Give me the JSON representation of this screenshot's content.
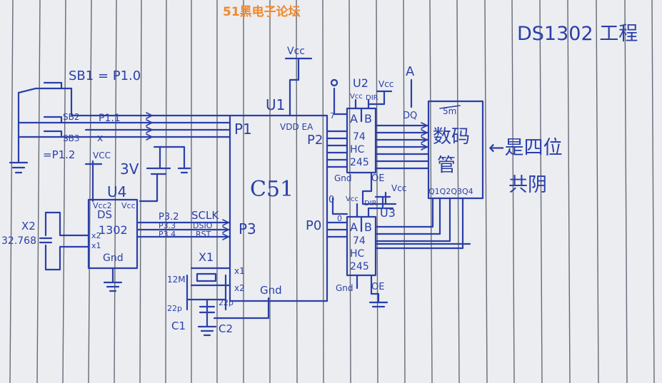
{
  "watermark": "51黑电子论坛",
  "title": "DS1302 工程",
  "notes": {
    "arrow_note": "←是四位",
    "arrow_note_2": "共阴"
  },
  "switches": {
    "sb1": "SB1 = P1.0",
    "sb2": "SB2",
    "sb3": "SB3",
    "p12": "=P1.2",
    "p11": "P1.1",
    "x_mark": "x"
  },
  "mcu": {
    "ref": "U1",
    "name": "C51",
    "vcc": "Vcc",
    "vdd_ea": "VDD EA",
    "port_p1": "P1",
    "port_p2": "P2",
    "port_p3": "P3",
    "port_p0": "P0",
    "gnd": "Gnd"
  },
  "rtc": {
    "ref": "U4",
    "chip_line1": "DS",
    "chip_line2": "1302",
    "vcc2": "Vcc2",
    "vcc": "Vcc",
    "vcc_label": "VCC",
    "x2": "x2",
    "x1": "x1",
    "gnd": "Gnd",
    "battery": "3V",
    "p32": "P3.2",
    "p33": "P3.3",
    "p34": "P3.4",
    "sclk": "SCLK",
    "dsio": "DSIO",
    "rst": "RST",
    "xtal_ref": "X2",
    "xtal_freq": "32.768"
  },
  "u2": {
    "ref": "U2",
    "vcc": "Vcc",
    "dir": "DIR",
    "vcc_top": "Vcc",
    "a": "A",
    "b": "B",
    "line1": "74",
    "line2": "HC",
    "line3": "245",
    "gnd": "Gnd",
    "oe": "OE",
    "bus": "A",
    "dq": "DQ",
    "num": "7"
  },
  "u3": {
    "ref": "U3",
    "vcc": "Vcc",
    "dir": "DIR",
    "vcc_top": "Vcc",
    "a": "A",
    "b": "B",
    "line1": "74",
    "line2": "HC",
    "line3": "245",
    "gnd": "Gnd",
    "oe": "OE",
    "zero": "0",
    "num": "0"
  },
  "display": {
    "strike": "5m",
    "line1": "数码",
    "line2": "管",
    "pins": "Q1Q2Q3Q4"
  },
  "crystal": {
    "ref": "X1",
    "freq": "12M",
    "x1": "x1",
    "x2": "x2",
    "c1_val": "22p",
    "c2_val": "22p",
    "c1": "C1",
    "c2": "C2"
  }
}
